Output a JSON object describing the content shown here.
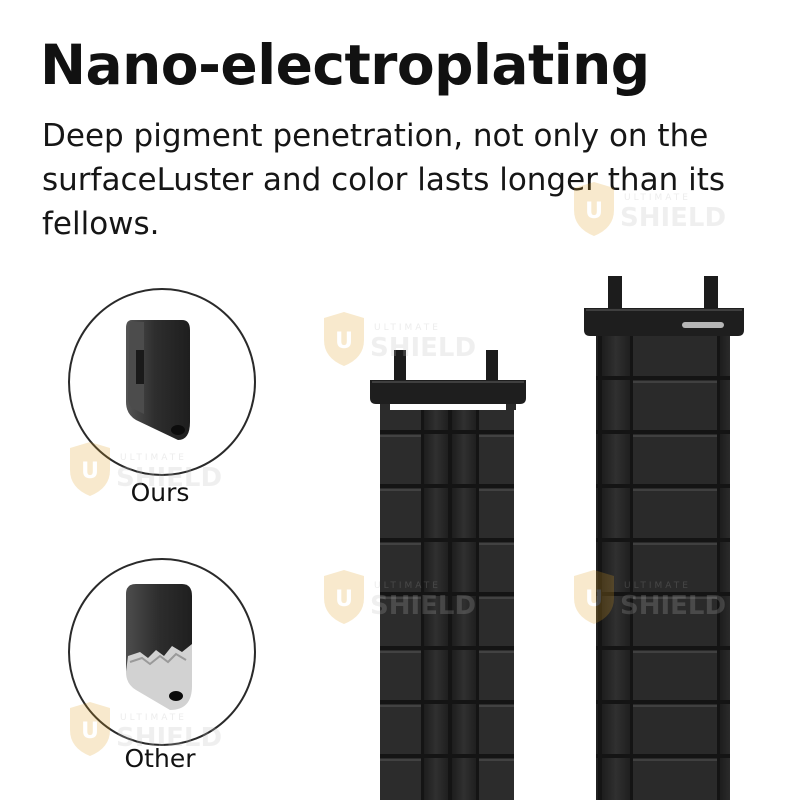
{
  "headline": "Nano-electroplating",
  "subtext": "Deep pigment penetration, not only on the surfaceLuster and color lasts longer than its fellows.",
  "comparison": {
    "ours_label": "Ours",
    "other_label": "Other"
  },
  "watermark": {
    "top_text": "ULTIMATE",
    "main_text": "SHIELD",
    "badge_letter": "U",
    "color": "#e0a020"
  },
  "colors": {
    "band": "#2b2b2b",
    "band_highlight": "#4a4a4a",
    "band_edge": "#141414",
    "base_metal": "#c9c9c9"
  }
}
